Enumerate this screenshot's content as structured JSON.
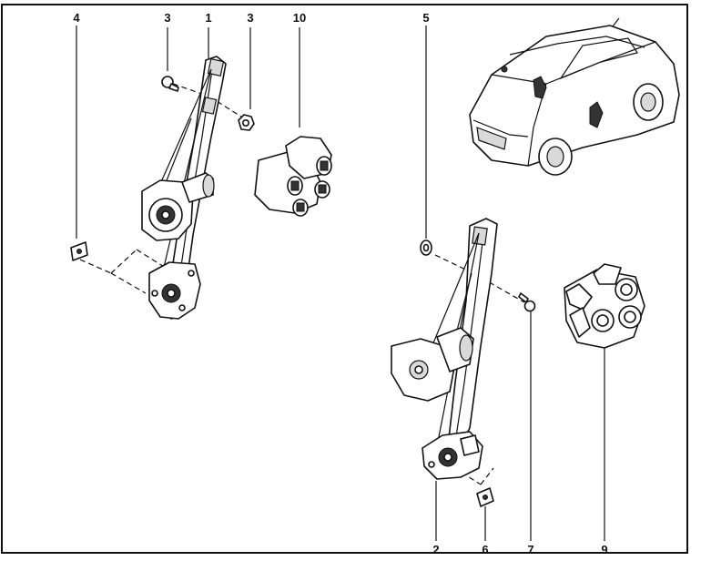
{
  "callouts": {
    "c1": "1",
    "c2": "2",
    "c3a": "3",
    "c3b": "3",
    "c4": "4",
    "c5": "5",
    "c6": "6",
    "c7": "7",
    "c9": "9",
    "c10": "10"
  },
  "colors": {
    "line": "#111111",
    "fill": "#ffffff",
    "shade": "#d9d9d9"
  }
}
